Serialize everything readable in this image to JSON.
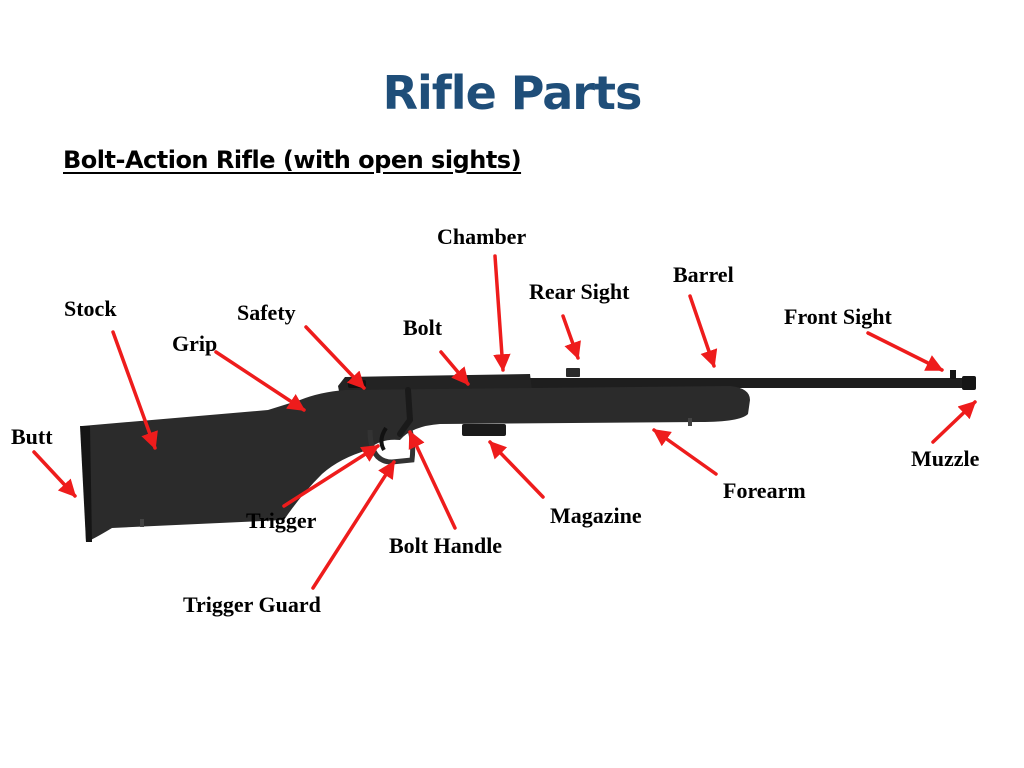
{
  "title": "Rifle Parts",
  "subtitle": "Bolt-Action Rifle (with open sights)",
  "arrow_color": "#ee1c1c",
  "labels": {
    "chamber": "Chamber",
    "barrel": "Barrel",
    "rear_sight": "Rear Sight",
    "stock": "Stock",
    "safety": "Safety",
    "bolt": "Bolt",
    "front_sight": "Front Sight",
    "grip": "Grip",
    "butt": "Butt",
    "muzzle": "Muzzle",
    "forearm": "Forearm",
    "magazine": "Magazine",
    "trigger": "Trigger",
    "bolt_handle": "Bolt Handle",
    "trigger_guard": "Trigger Guard"
  }
}
